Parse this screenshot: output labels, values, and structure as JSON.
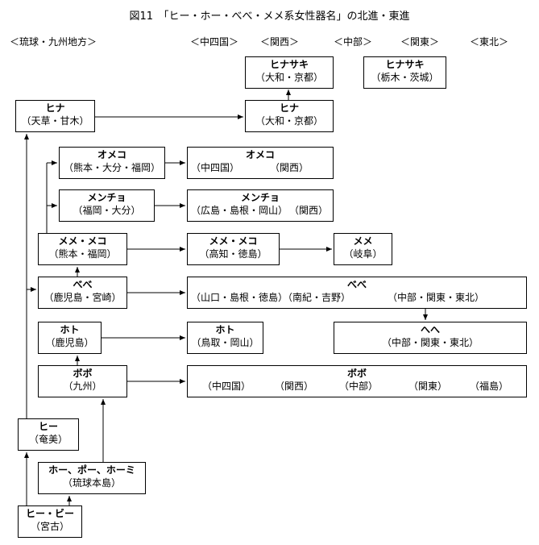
{
  "title": "図11　「ヒー・ホー・べべ・メメ系女性器名」の北進・東進",
  "regions": {
    "ryukyu_kyushu": "＜琉球・九州地方＞",
    "chushikoku": "＜中四国＞",
    "kansai": "＜関西＞",
    "chubu": "＜中部＞",
    "kanto": "＜関東＞",
    "tohoku": "＜東北＞"
  },
  "nodes": {
    "hinasaki": {
      "name": "ヒナサキ",
      "place": "（大和・京都）"
    },
    "hinasaki_east": {
      "name": "ヒナサキ",
      "place": "（栃木・茨城）"
    },
    "hina_kyushu": {
      "name": "ヒナ",
      "place": "（天草・甘木）"
    },
    "hina_kinki": {
      "name": "ヒナ",
      "place": "（大和・京都）"
    },
    "omeko_kyushu": {
      "name": "オメコ",
      "place": "（熊本・大分・福岡）"
    },
    "omeko_west": {
      "name": "オメコ",
      "place_a": "（中四国）",
      "place_b": "（関西）"
    },
    "menchyo_kyushu": {
      "name": "メンチョ",
      "place": "（福岡・大分）"
    },
    "menchyo_west": {
      "name": "メンチョ",
      "place_a": "（広島・島根・岡山）",
      "place_b": "（関西）"
    },
    "meme_kyushu": {
      "name": "メメ・メコ",
      "place": "（熊本・福岡）"
    },
    "meme_shikoku": {
      "name": "メメ・メコ",
      "place": "（高知・徳島）"
    },
    "meme_gifu": {
      "name": "メメ",
      "place": "（岐阜）"
    },
    "bebe_kyushu": {
      "name": "べべ",
      "place": "（鹿児島・宮崎）"
    },
    "bebe_wide": {
      "name": "べべ",
      "place_a": "（山口・島根・徳島）（南紀・吉野）",
      "place_b": "（中部・関東・東北）"
    },
    "hehe": {
      "name": "へへ",
      "place": "（中部・関東・東北）"
    },
    "hoto_kyushu": {
      "name": "ホト",
      "place": "（鹿児島）"
    },
    "hoto_west": {
      "name": "ホト",
      "place": "（鳥取・岡山）"
    },
    "bobo_kyushu": {
      "name": "ボボ",
      "place": "（九州）"
    },
    "bobo_wide": {
      "name": "ボボ",
      "places": [
        "（中四国）",
        "（関西）",
        "（中部）",
        "（関東）",
        "（福島）"
      ]
    },
    "hii_amami": {
      "name": "ヒー",
      "place": "（奄美）"
    },
    "hoo_ryukyu": {
      "name": "ホー、ポー、ホーミ",
      "place": "（琉球本島）"
    },
    "hii_miyako": {
      "name": "ヒー・ビー",
      "place": "（宮古）"
    }
  },
  "colors": {
    "line": "#000000",
    "background": "#ffffff"
  }
}
